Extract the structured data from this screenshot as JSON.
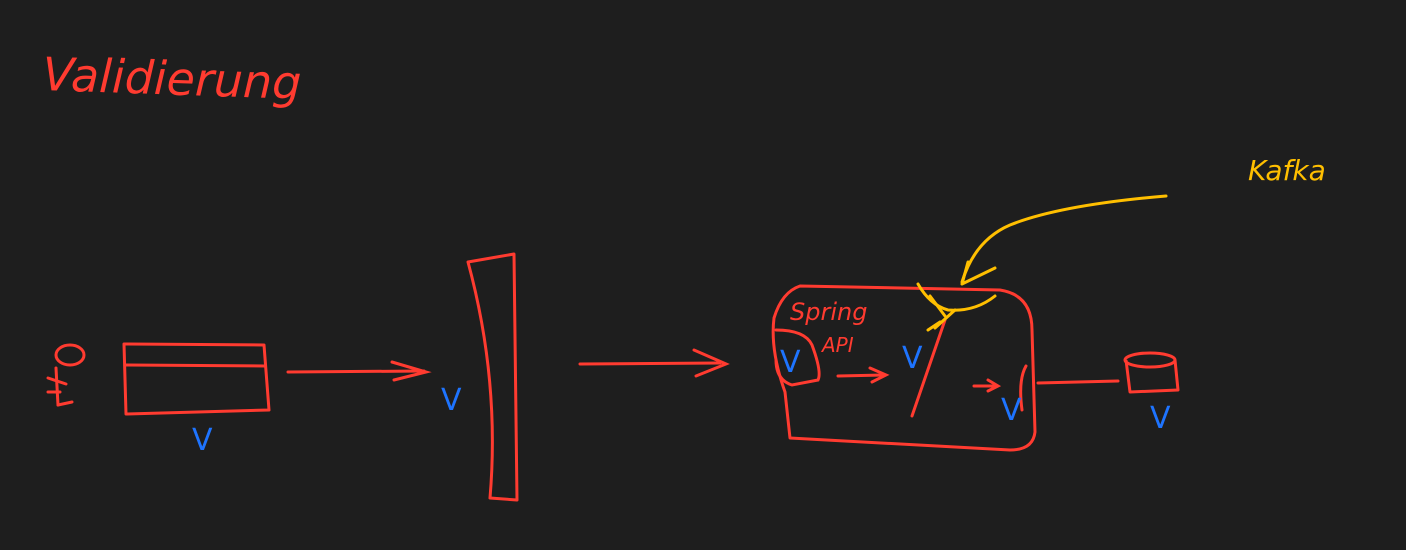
{
  "title": "Validierung",
  "labels": {
    "backend": "Spring",
    "api": "API",
    "broker": "Kafka"
  },
  "colors": {
    "background": "#1e1e1e",
    "stroke": "#ff3b30",
    "check": "#1e74ff",
    "broker": "#ffbf00"
  },
  "checkmark": "V"
}
